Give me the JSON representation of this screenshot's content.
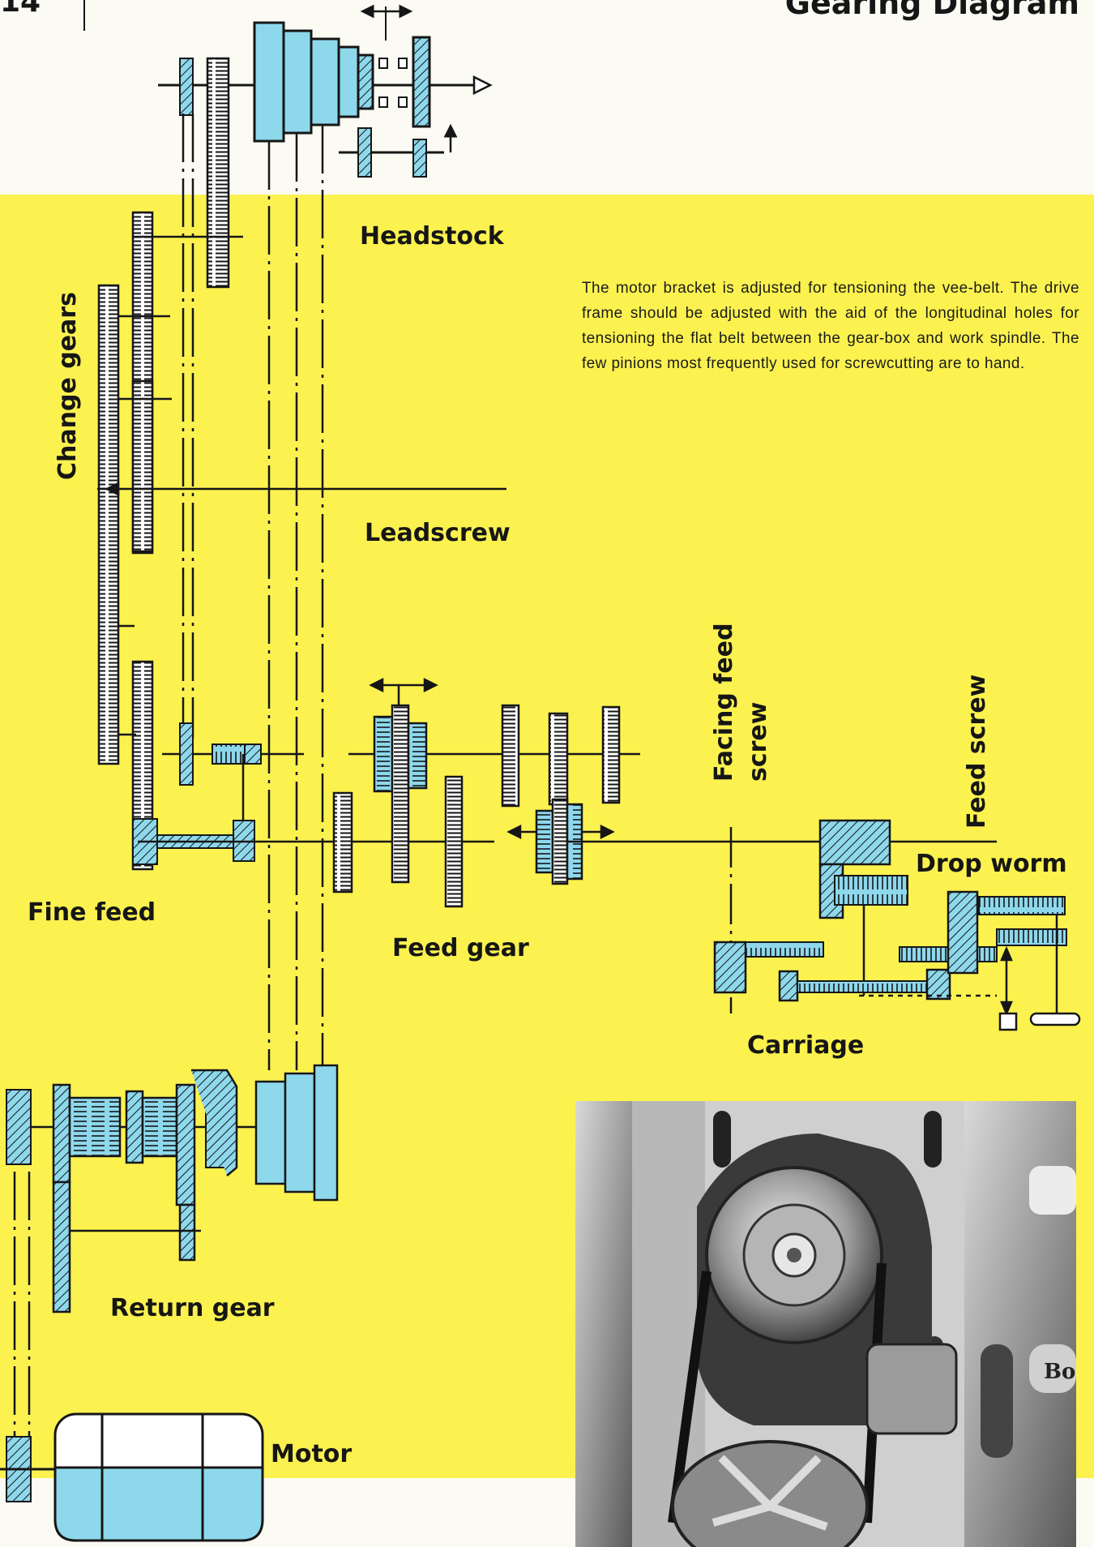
{
  "page": {
    "number": "14",
    "title": "Gearing Diagram"
  },
  "colors": {
    "yellow": "#fbf250",
    "cyan": "#8ed8ec",
    "ink": "#161616",
    "paper": "#fbfaf3"
  },
  "description": "The motor bracket is adjusted for tensioning the vee-belt. The drive frame should be adjusted with the aid of the longitudinal holes for tensioning the flat belt between the gear-box and work spindle. The few pinions most frequently used for screwcutting are to hand.",
  "labels": {
    "headstock": "Headstock",
    "change_gears": "Change gears",
    "leadscrew": "Leadscrew",
    "facing_feed_1": "Facing feed",
    "facing_feed_2": "screw",
    "feed_screw": "Feed screw",
    "drop_worm": "Drop worm",
    "fine_feed": "Fine feed",
    "feed_gear": "Feed gear",
    "carriage": "Carriage",
    "return_gear": "Return gear",
    "motor": "Motor"
  },
  "photo": {
    "badge_text": "Bo"
  }
}
